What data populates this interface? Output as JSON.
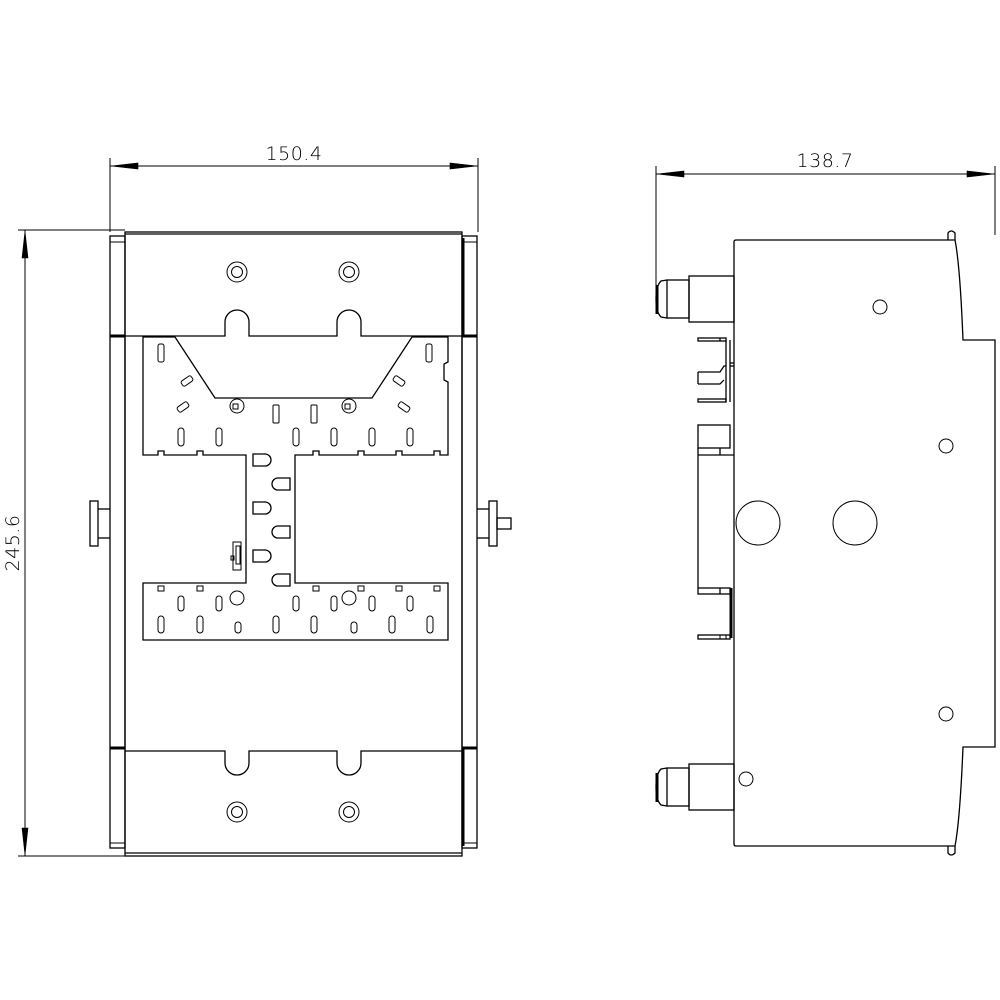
{
  "drawing": {
    "type": "technical-drawing",
    "views": [
      {
        "name": "front-view",
        "dimensions": {
          "width": {
            "label": "150.4",
            "value": 150.4,
            "axis": "horizontal"
          },
          "height": {
            "label": "245.6",
            "value": 245.6,
            "axis": "vertical"
          }
        }
      },
      {
        "name": "side-view",
        "dimensions": {
          "depth": {
            "label": "138.7",
            "value": 138.7,
            "axis": "horizontal"
          }
        }
      }
    ],
    "colors": {
      "line": "#000000",
      "background": "#ffffff"
    }
  }
}
